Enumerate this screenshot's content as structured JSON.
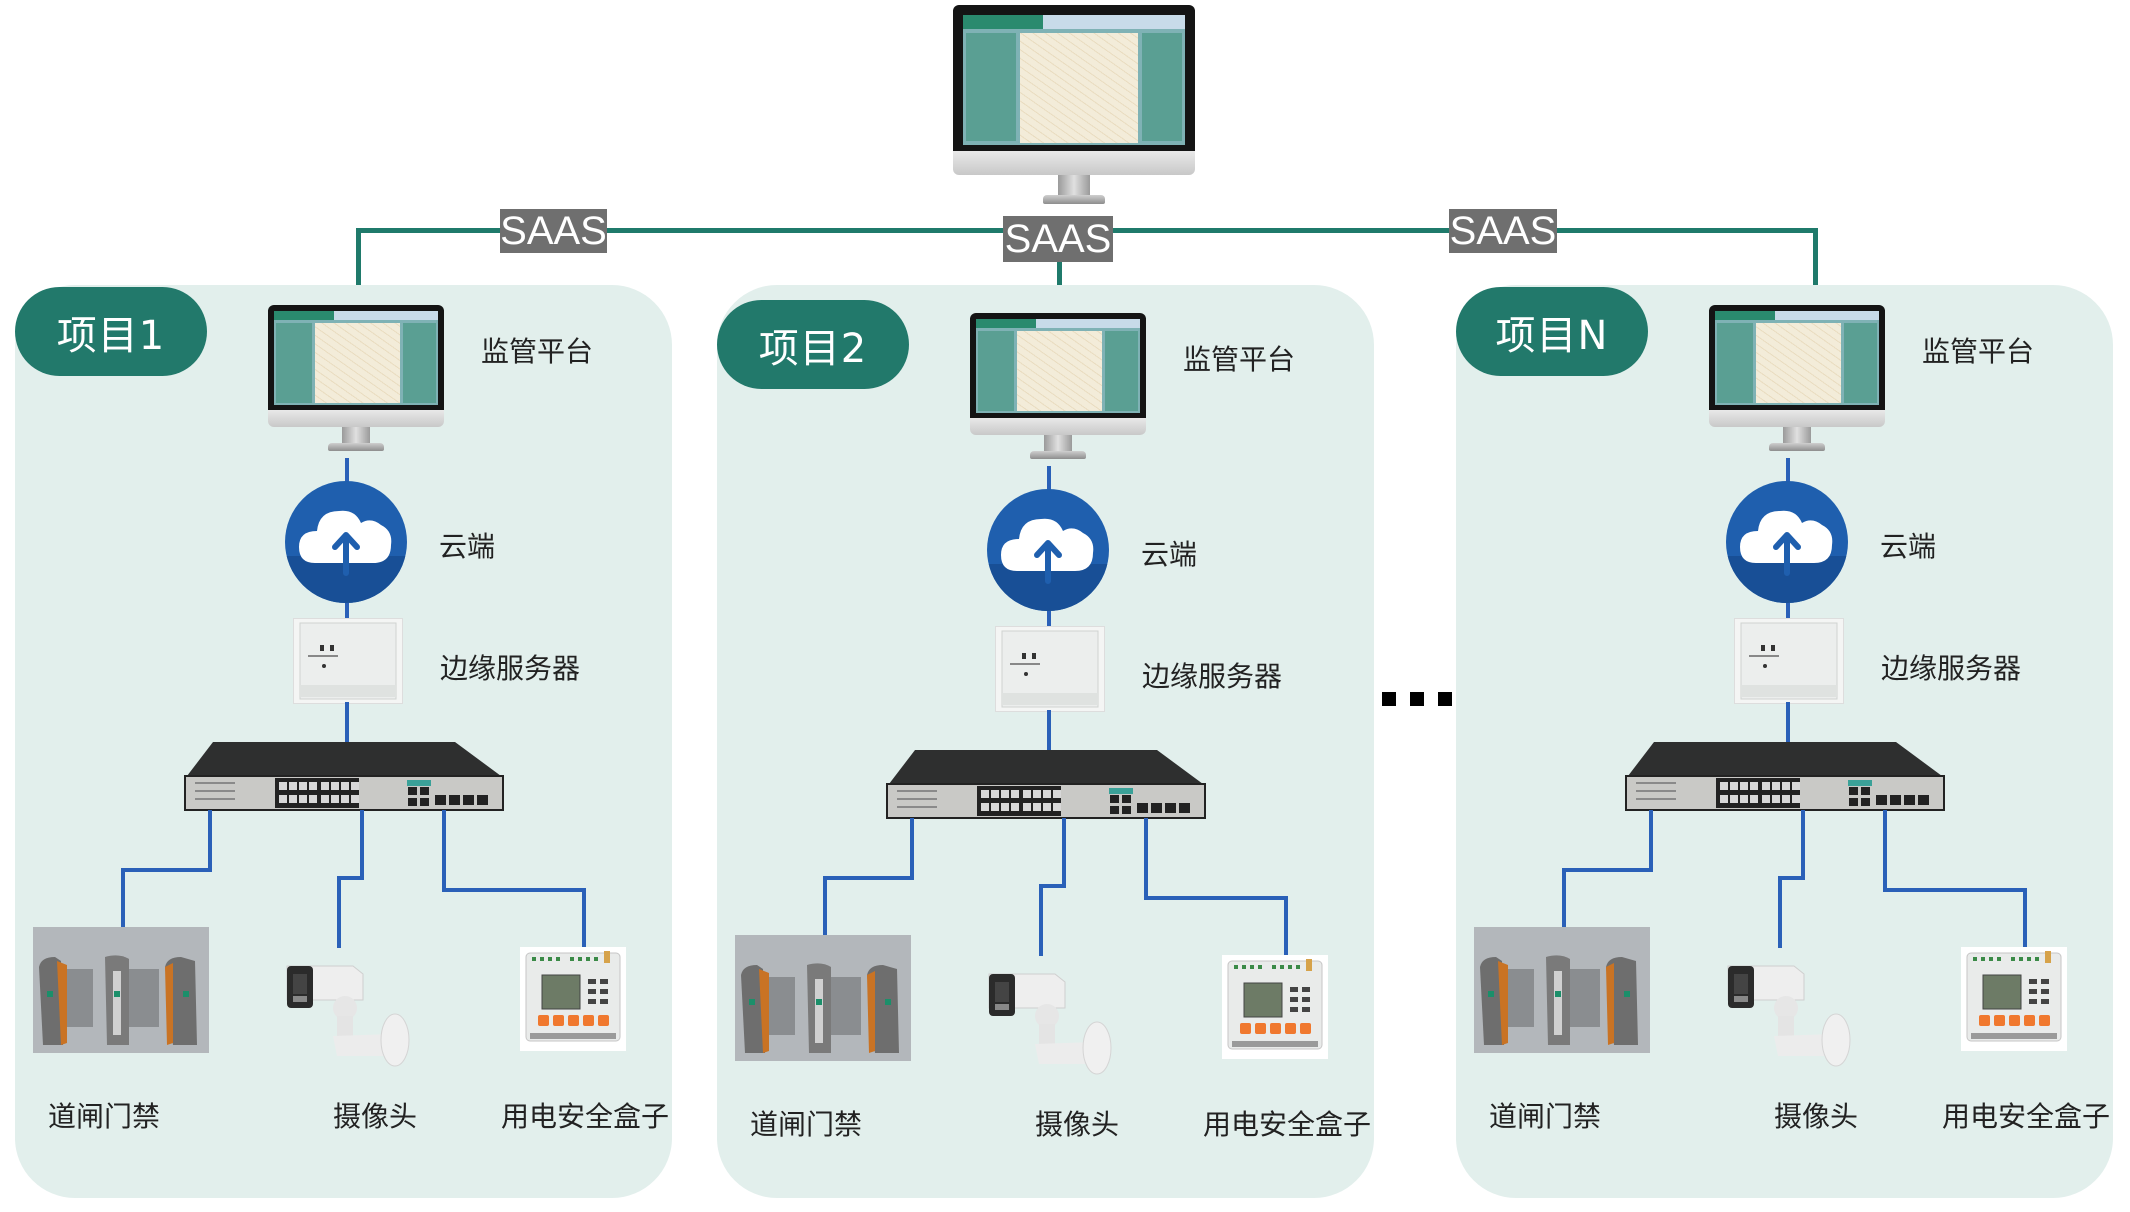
{
  "diagram": {
    "connection_labels": [
      "SAAS",
      "SAAS",
      "SAAS"
    ],
    "ellipsis": "■■■",
    "projects": [
      {
        "badge": "项目1",
        "platform_label": "监管平台",
        "cloud_label": "云端",
        "edge_label": "边缘服务器",
        "devices": [
          {
            "label": "道闸门禁",
            "icon": "turnstile-gate-icon"
          },
          {
            "label": "摄像头",
            "icon": "camera-icon"
          },
          {
            "label": "用电安全盒子",
            "icon": "power-safety-box-icon"
          }
        ]
      },
      {
        "badge": "项目2",
        "platform_label": "监管平台",
        "cloud_label": "云端",
        "edge_label": "边缘服务器",
        "devices": [
          {
            "label": "道闸门禁",
            "icon": "turnstile-gate-icon"
          },
          {
            "label": "摄像头",
            "icon": "camera-icon"
          },
          {
            "label": "用电安全盒子",
            "icon": "power-safety-box-icon"
          }
        ]
      },
      {
        "badge": "项目N",
        "platform_label": "监管平台",
        "cloud_label": "云端",
        "edge_label": "边缘服务器",
        "devices": [
          {
            "label": "道闸门禁",
            "icon": "turnstile-gate-icon"
          },
          {
            "label": "摄像头",
            "icon": "camera-icon"
          },
          {
            "label": "用电安全盒子",
            "icon": "power-safety-box-icon"
          }
        ]
      }
    ],
    "colors": {
      "panel_bg": "#e2efec",
      "badge_bg": "#22796b",
      "saas_line": "#1f7a6b",
      "device_line": "#2a60b8",
      "saas_label_bg": "#6f6f6f",
      "cloud_blue": "#1f5fae"
    }
  }
}
